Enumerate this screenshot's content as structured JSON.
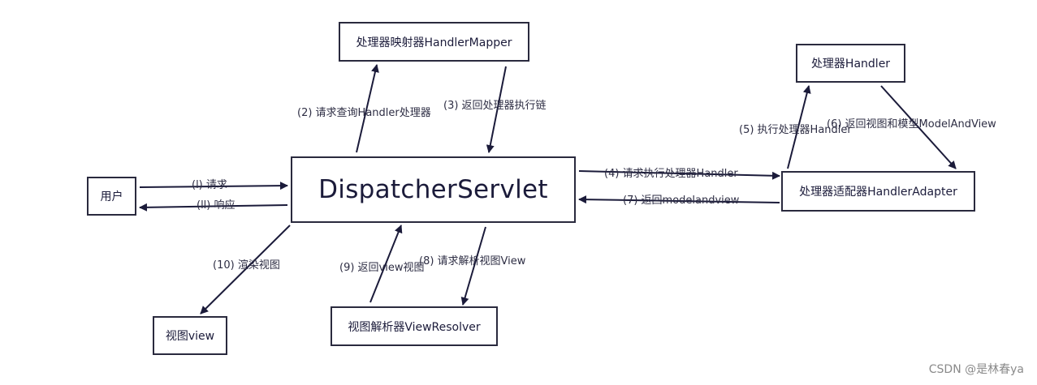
{
  "nodes": {
    "dispatcher": "DispatcherServlet",
    "user": "用户",
    "mapper": "处理器映射器HandlerMapper",
    "handler": "处理器Handler",
    "adapter": "处理器适配器HandlerAdapter",
    "view": "视图view",
    "resolver": "视图解析器ViewResolver"
  },
  "edges": {
    "e1": "(l) 请求",
    "e2": "(2) 请求查询Handler处理器",
    "e3": "(3) 返回处理器执行链",
    "e4": "(4) 请求执行处理器Handler",
    "e5": "(5) 执行处理器Handler",
    "e6": "(6) 返回视图和模型ModelAndView",
    "e7": "(7) 返回modelandview",
    "e8": "(8) 请求解析视图View",
    "e9": "(9) 返回view视图",
    "e10": "(10) 渲染视图",
    "e11": "(ll) 响应"
  },
  "watermark": "CSDN @是林春ya",
  "colors": {
    "line": "#1b1b3a",
    "border": "#2a2a3e"
  }
}
